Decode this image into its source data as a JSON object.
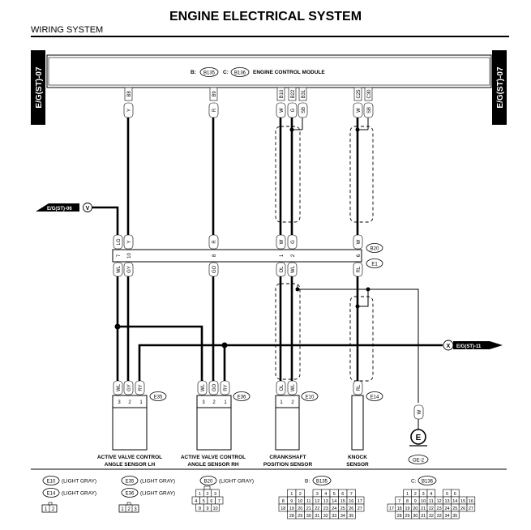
{
  "title": "ENGINE ELECTRICAL SYSTEM",
  "section": "WIRING SYSTEM",
  "module": {
    "label_b": "B:",
    "conn_b": "B135",
    "label_c": "C:",
    "conn_c": "B136",
    "name": "ENGINE CONTROL MODULE"
  },
  "side_left": "E/G(ST)-07",
  "side_right": "E/G(ST)-07",
  "ecm_pins": [
    "B8",
    "B9",
    "B10",
    "B22",
    "B31",
    "C25",
    "C30"
  ],
  "upper_wires": [
    "Y",
    "R",
    "W",
    "G",
    "SB",
    "W",
    "SB"
  ],
  "ref_v": {
    "text": "E/G(ST)-06",
    "symbol": "V"
  },
  "ref_x": {
    "text": "E/G(ST)-11",
    "symbol": "X"
  },
  "joint": {
    "conn_top": "B20",
    "conn_bottom": "E1",
    "upper_colors": [
      "LG",
      "Y",
      "R",
      "W",
      "G",
      "W"
    ],
    "pins": [
      "7",
      "10",
      "8",
      "1",
      "2",
      "6"
    ],
    "lower_colors": [
      "WL",
      "GY",
      "GO",
      "OL",
      "WL",
      "RL"
    ]
  },
  "sensor_lh": {
    "conn": "E35",
    "wires": [
      "WL",
      "GY",
      "RY"
    ],
    "pins": [
      "3",
      "2",
      "1"
    ],
    "name_line1": "ACTIVE VALVE CONTROL",
    "name_line2": "ANGLE SENSOR LH"
  },
  "sensor_rh": {
    "conn": "E36",
    "wires": [
      "WL",
      "GO",
      "RY"
    ],
    "pins": [
      "3",
      "2",
      "1"
    ],
    "name_line1": "ACTIVE VALVE CONTROL",
    "name_line2": "ANGLE SENSOR RH"
  },
  "crank": {
    "conn": "E10",
    "wires": [
      "OL",
      "WL"
    ],
    "pins": [
      "1",
      "2"
    ],
    "name_line1": "CRANKSHAFT",
    "name_line2": "POSITION SENSOR"
  },
  "knock": {
    "conn": "E14",
    "wires": [
      "RL"
    ],
    "name_line1": "KNOCK",
    "name_line2": "SENSOR"
  },
  "ground": {
    "wire": "W",
    "symbol": "E",
    "label": "GE-2"
  },
  "legend": {
    "e10": {
      "conn": "E10",
      "note": "(LIGHT GRAY)"
    },
    "e14": {
      "conn": "E14",
      "note": "(LIGHT GRAY)",
      "pins": [
        "1",
        "2"
      ]
    },
    "e35": {
      "conn": "E35",
      "note": "(LIGHT GRAY)"
    },
    "e36": {
      "conn": "E36",
      "note": "(LIGHT GRAY)",
      "pins": [
        "1",
        "2",
        "3"
      ]
    },
    "b20": {
      "conn": "B20",
      "note": "(LIGHT GRAY)",
      "rows": [
        [
          "1",
          "2",
          "3"
        ],
        [
          "4",
          "5",
          "6",
          "7"
        ],
        [
          "8",
          "9",
          "10"
        ]
      ]
    },
    "b135": {
      "prefix": "B:",
      "conn": "B135",
      "rows": [
        [
          "1",
          "2",
          "",
          "3",
          "4",
          "5",
          "6",
          "7"
        ],
        [
          "8",
          "9",
          "10",
          "11",
          "12",
          "13",
          "14",
          "15",
          "16",
          "17"
        ],
        [
          "18",
          "19",
          "20",
          "21",
          "22",
          "23",
          "24",
          "25",
          "26",
          "27"
        ],
        [
          "28",
          "29",
          "30",
          "31",
          "32",
          "33",
          "34",
          "35"
        ]
      ]
    },
    "b136": {
      "prefix": "C:",
      "conn": "B136",
      "rows": [
        [
          "1",
          "2",
          "3",
          "4",
          "",
          "5",
          "6"
        ],
        [
          "7",
          "8",
          "9",
          "10",
          "11",
          "12",
          "13",
          "14",
          "15",
          "16"
        ],
        [
          "17",
          "18",
          "19",
          "20",
          "21",
          "22",
          "23",
          "24",
          "25",
          "26",
          "27"
        ],
        [
          "28",
          "29",
          "30",
          "31",
          "32",
          "33",
          "34",
          "35"
        ]
      ]
    }
  }
}
